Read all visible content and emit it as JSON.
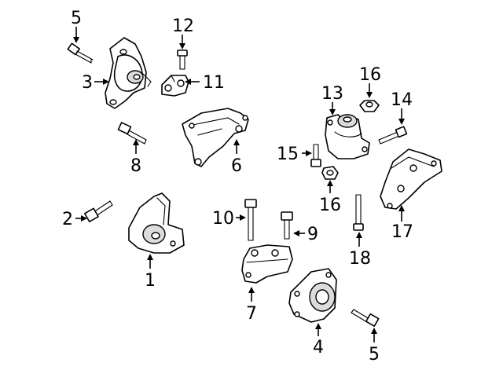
{
  "diagram": {
    "callouts": [
      {
        "id": "c5a",
        "text": "5"
      },
      {
        "id": "c12",
        "text": "12"
      },
      {
        "id": "c3",
        "text": "3"
      },
      {
        "id": "c11",
        "text": "11"
      },
      {
        "id": "c16a",
        "text": "16"
      },
      {
        "id": "c13",
        "text": "13"
      },
      {
        "id": "c14",
        "text": "14"
      },
      {
        "id": "c8",
        "text": "8"
      },
      {
        "id": "c6",
        "text": "6"
      },
      {
        "id": "c15",
        "text": "15"
      },
      {
        "id": "c16b",
        "text": "16"
      },
      {
        "id": "c2",
        "text": "2"
      },
      {
        "id": "c10",
        "text": "10"
      },
      {
        "id": "c9",
        "text": "9"
      },
      {
        "id": "c17",
        "text": "17"
      },
      {
        "id": "c1",
        "text": "1"
      },
      {
        "id": "c18",
        "text": "18"
      },
      {
        "id": "c7",
        "text": "7"
      },
      {
        "id": "c4",
        "text": "4"
      },
      {
        "id": "c5b",
        "text": "5"
      }
    ]
  }
}
